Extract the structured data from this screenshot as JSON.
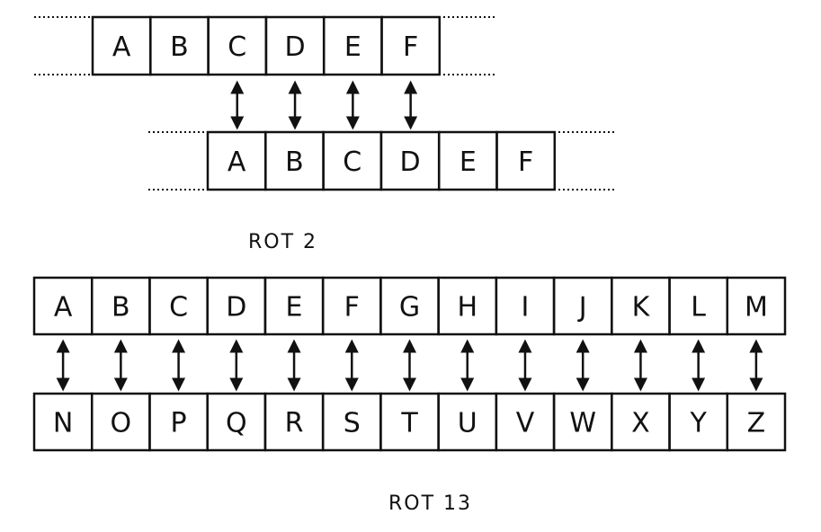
{
  "rot2": {
    "top_row": [
      "A",
      "B",
      "C",
      "D",
      "E",
      "F"
    ],
    "bottom_row": [
      "A",
      "B",
      "C",
      "D",
      "E",
      "F"
    ],
    "caption": "ROT 2"
  },
  "rot13": {
    "top_row": [
      "A",
      "B",
      "C",
      "D",
      "E",
      "F",
      "G",
      "H",
      "I",
      "J",
      "K",
      "L",
      "M"
    ],
    "bottom_row": [
      "N",
      "O",
      "P",
      "Q",
      "R",
      "S",
      "T",
      "U",
      "V",
      "W",
      "X",
      "Y",
      "Z"
    ],
    "caption": "ROT 13"
  },
  "colors": {
    "stroke": "#111111",
    "background": "#ffffff"
  }
}
